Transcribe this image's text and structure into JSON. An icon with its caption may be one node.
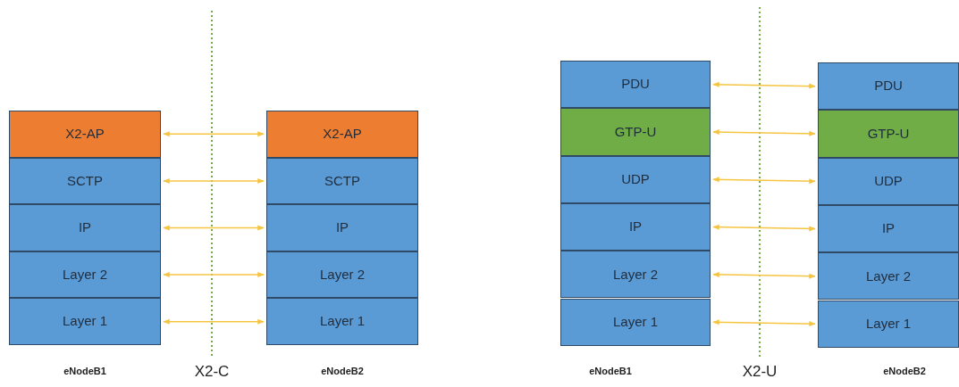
{
  "diagram": {
    "nodes": [
      {
        "text": [
          "X2-AP"
        ]
      },
      {
        "text": [
          "SCTP"
        ]
      },
      {
        "text": [
          "IP"
        ]
      },
      {
        "text": [
          "Layer 2"
        ]
      },
      {
        "text": [
          "Layer 1"
        ]
      },
      {
        "text": [
          "X2-AP"
        ]
      },
      {
        "text": [
          "SCTP"
        ]
      },
      {
        "text": [
          "IP"
        ]
      },
      {
        "text": [
          "Layer 2"
        ]
      },
      {
        "text": [
          "Layer 1"
        ]
      },
      {
        "text": [
          "PDU"
        ]
      },
      {
        "text": [
          "GTP-U"
        ]
      },
      {
        "text": [
          "UDP"
        ]
      },
      {
        "text": [
          "IP"
        ]
      },
      {
        "text": [
          "Layer 2"
        ]
      },
      {
        "text": [
          "Layer 1"
        ]
      },
      {
        "text": [
          "PDU"
        ]
      },
      {
        "text": [
          "GTP-U"
        ]
      },
      {
        "text": [
          "UDP"
        ]
      },
      {
        "text": [
          "IP"
        ]
      },
      {
        "text": [
          "Layer 2"
        ]
      },
      {
        "text": [
          "Layer 1"
        ]
      }
    ],
    "edges": [
      {
        "from": 0,
        "to": 5,
        "arrow": "both"
      },
      {
        "from": 1,
        "to": 6,
        "arrow": "both"
      },
      {
        "from": 2,
        "to": 7,
        "arrow": "both"
      },
      {
        "from": 3,
        "to": 8,
        "arrow": "both"
      },
      {
        "from": 4,
        "to": 9,
        "arrow": "both"
      },
      {
        "from": 10,
        "to": 16,
        "arrow": "both"
      },
      {
        "from": 11,
        "to": 17,
        "arrow": "both"
      },
      {
        "from": 12,
        "to": 18,
        "arrow": "both"
      },
      {
        "from": 13,
        "to": 19,
        "arrow": "both"
      },
      {
        "from": 14,
        "to": 20,
        "arrow": "both"
      },
      {
        "from": 15,
        "to": 21,
        "arrow": "both"
      }
    ],
    "labels": [
      "eNodeB1",
      "X2-C",
      "eNodeB2",
      "eNodeB1",
      "X2-U",
      "eNodeB2"
    ]
  }
}
